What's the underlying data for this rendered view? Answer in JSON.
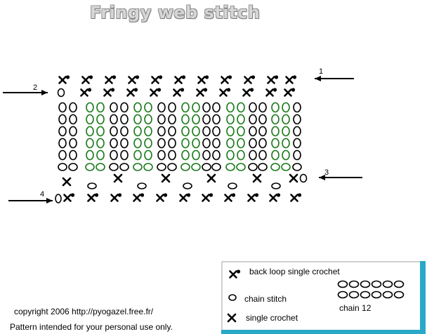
{
  "title": "Fringy web stitch",
  "row_numbers": [
    "1",
    "2",
    "3",
    "4"
  ],
  "legend": {
    "back_loop_sc": "back loop single crochet",
    "chain_stitch": "chain stitch",
    "single_crochet": "single crochet",
    "chain_12": "chain 12"
  },
  "footer": {
    "copyright": "copyright 2006 http://pyogazel.free.fr/",
    "note": "Pattern  intended for your personal use only."
  },
  "colors": {
    "symbol": "#000000",
    "highlight_chain": "#1a7a1a",
    "legend_shadow": "#2aa8c8"
  }
}
